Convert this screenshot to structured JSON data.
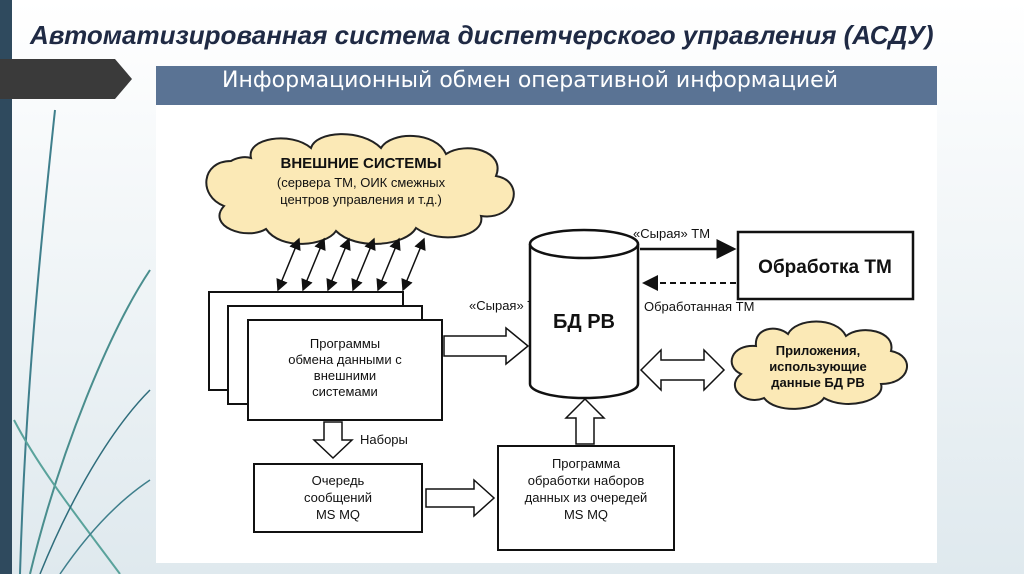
{
  "slide": {
    "title": "Автоматизированная система диспетчерского управления (АСДУ)"
  },
  "diagram": {
    "header": "Информационный обмен оперативной информацией",
    "external_systems": {
      "title": "ВНЕШНИЕ СИСТЕМЫ",
      "line1": "(сервера ТМ, ОИК смежных",
      "line2": "центров управления и т.д.)"
    },
    "exchange_programs": {
      "line1": "Программы",
      "line2": "обмена данными с",
      "line3": "внешними",
      "line4": "системами"
    },
    "db": {
      "label": "БД РВ"
    },
    "tm_processing": {
      "label": "Обработка ТМ"
    },
    "applications": {
      "line1": "Приложения,",
      "line2": "использующие",
      "line3": "данные БД РВ"
    },
    "queue": {
      "line1": "Очередь",
      "line2": "сообщений",
      "line3": "MS MQ"
    },
    "set_processing": {
      "line1": "Программа",
      "line2": "обработки наборов",
      "line3": "данных из очередей",
      "line4": "MS MQ"
    },
    "labels": {
      "raw_tm_left": "«Сырая» ТМ",
      "raw_tm_top": "«Сырая» ТМ",
      "processed_tm": "Обработанная ТМ",
      "sets": "Наборы"
    }
  }
}
